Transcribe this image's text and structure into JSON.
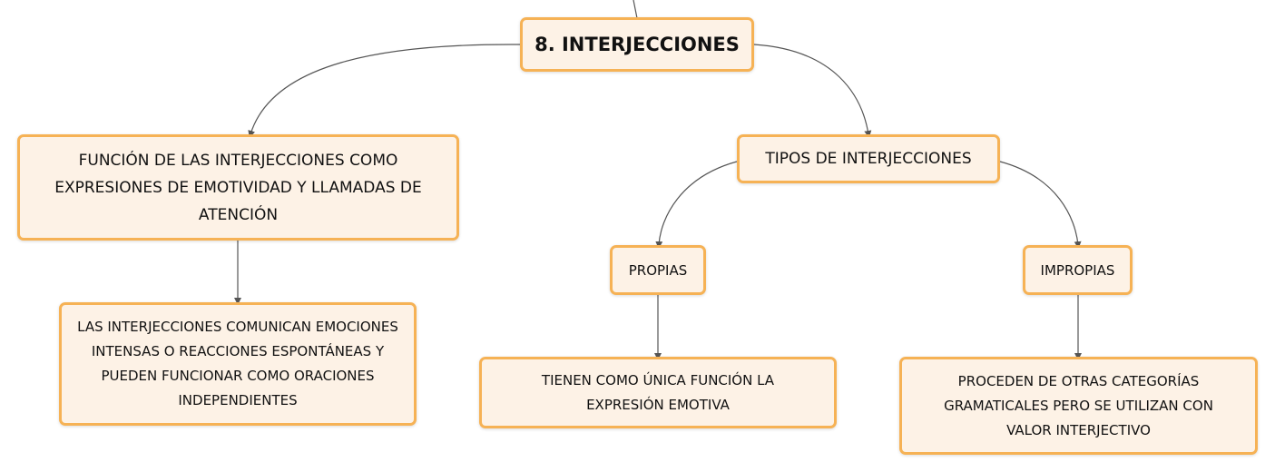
{
  "diagram": {
    "root": {
      "label": "8. INTERJECCIONES"
    },
    "funcion": {
      "label": "FUNCIÓN DE LAS INTERJECCIONES COMO EXPRESIONES DE EMOTIVIDAD Y LLAMADAS DE ATENCIÓN"
    },
    "funcion_detalle": {
      "label": "LAS INTERJECCIONES COMUNICAN EMOCIONES INTENSAS O REACCIONES ESPONTÁNEAS Y PUEDEN FUNCIONAR COMO ORACIONES INDEPENDIENTES"
    },
    "tipos": {
      "label": "TIPOS DE INTERJECCIONES"
    },
    "propias": {
      "label": "PROPIAS"
    },
    "propias_detalle": {
      "label": "TIENEN COMO ÚNICA FUNCIÓN LA EXPRESIÓN EMOTIVA"
    },
    "impropias": {
      "label": "IMPROPIAS"
    },
    "impropias_detalle": {
      "label": "PROCEDEN DE OTRAS CATEGORÍAS GRAMATICALES PERO SE UTILIZAN CON VALOR INTERJECTIVO"
    }
  },
  "colors": {
    "node_fill": "#fdf2e6",
    "node_border": "#f6b255",
    "connector": "#555555"
  }
}
